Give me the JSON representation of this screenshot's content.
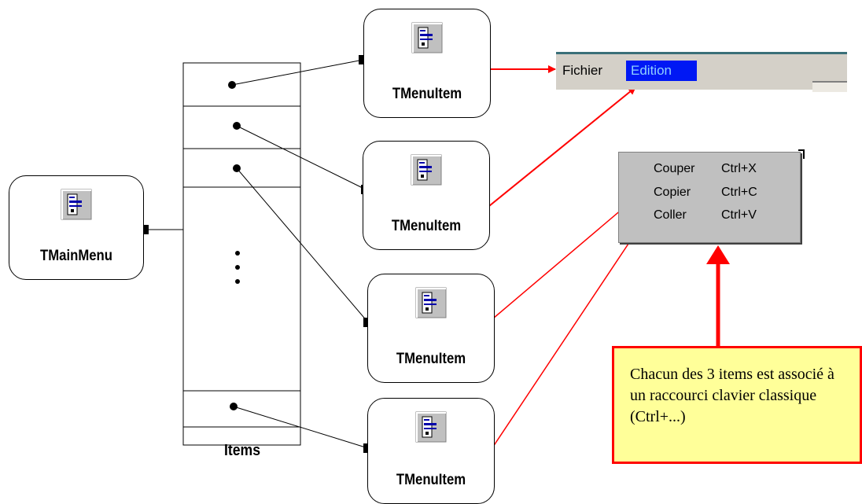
{
  "main_menu": {
    "label": "TMainMenu",
    "icon": "menu-component-icon"
  },
  "items_list": {
    "label": "Items",
    "ellipsis": "⋮"
  },
  "menu_items": [
    {
      "label": "TMenuItem",
      "icon": "menu-component-icon"
    },
    {
      "label": "TMenuItem",
      "icon": "menu-component-icon"
    },
    {
      "label": "TMenuItem",
      "icon": "menu-component-icon"
    },
    {
      "label": "TMenuItem",
      "icon": "menu-component-icon"
    }
  ],
  "menubar": {
    "items": [
      "Fichier",
      "Edition"
    ],
    "selected": "Edition",
    "selected_bg": "#0018f4"
  },
  "popup_menu": {
    "rows": [
      {
        "label": "Couper",
        "shortcut": "Ctrl+X"
      },
      {
        "label": "Copier",
        "shortcut": "Ctrl+C"
      },
      {
        "label": "Coller",
        "shortcut": "Ctrl+V"
      }
    ]
  },
  "note": {
    "text": "Chacun des 3 items est associé à un raccourci clavier classique (Ctrl+...)",
    "border_color": "#ff0000",
    "background": "#ffff99"
  },
  "colors": {
    "arrow": "#ff0000",
    "wire": "#000000"
  }
}
